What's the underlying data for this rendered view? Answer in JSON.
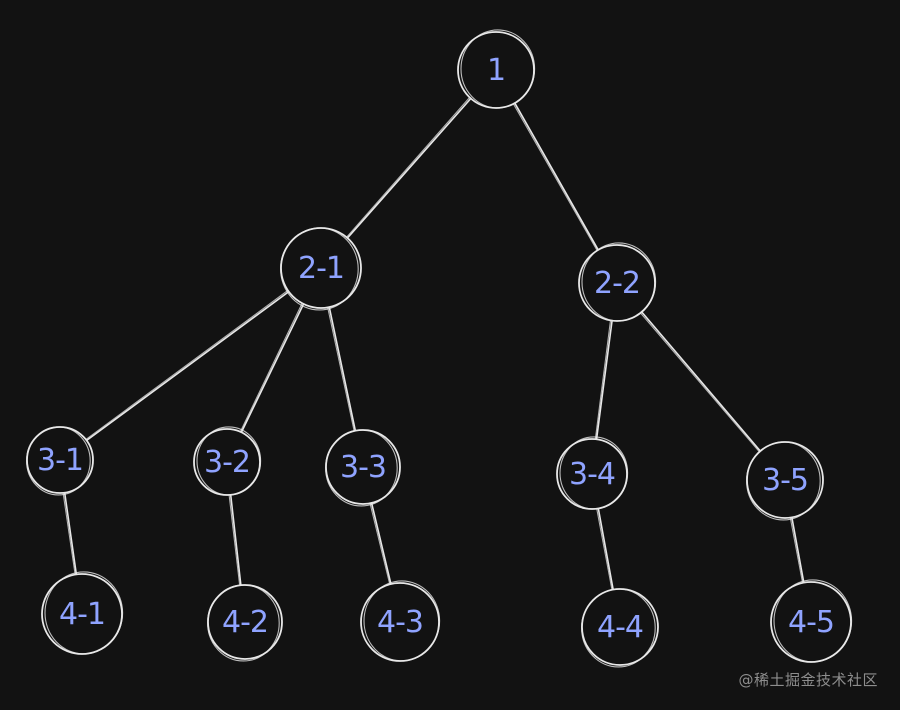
{
  "diagram": {
    "nodes": [
      {
        "id": "n1",
        "label": "1"
      },
      {
        "id": "n2-1",
        "label": "2-1"
      },
      {
        "id": "n2-2",
        "label": "2-2"
      },
      {
        "id": "n3-1",
        "label": "3-1"
      },
      {
        "id": "n3-2",
        "label": "3-2"
      },
      {
        "id": "n3-3",
        "label": "3-3"
      },
      {
        "id": "n3-4",
        "label": "3-4"
      },
      {
        "id": "n3-5",
        "label": "3-5"
      },
      {
        "id": "n4-1",
        "label": "4-1"
      },
      {
        "id": "n4-2",
        "label": "4-2"
      },
      {
        "id": "n4-3",
        "label": "4-3"
      },
      {
        "id": "n4-4",
        "label": "4-4"
      },
      {
        "id": "n4-5",
        "label": "4-5"
      }
    ],
    "edges": [
      {
        "from": "n1",
        "to": "n2-1"
      },
      {
        "from": "n1",
        "to": "n2-2"
      },
      {
        "from": "n2-1",
        "to": "n3-1"
      },
      {
        "from": "n2-1",
        "to": "n3-2"
      },
      {
        "from": "n2-1",
        "to": "n3-3"
      },
      {
        "from": "n2-2",
        "to": "n3-4"
      },
      {
        "from": "n2-2",
        "to": "n3-5"
      },
      {
        "from": "n3-1",
        "to": "n4-1"
      },
      {
        "from": "n3-2",
        "to": "n4-2"
      },
      {
        "from": "n3-3",
        "to": "n4-3"
      },
      {
        "from": "n3-4",
        "to": "n4-4"
      },
      {
        "from": "n3-5",
        "to": "n4-5"
      }
    ],
    "colors": {
      "background": "#121212",
      "node_fill": "#121212",
      "stroke": "#e8e8e8",
      "label": "#8fa3ff"
    }
  },
  "watermark": {
    "text": "@稀土掘金技术社区"
  }
}
